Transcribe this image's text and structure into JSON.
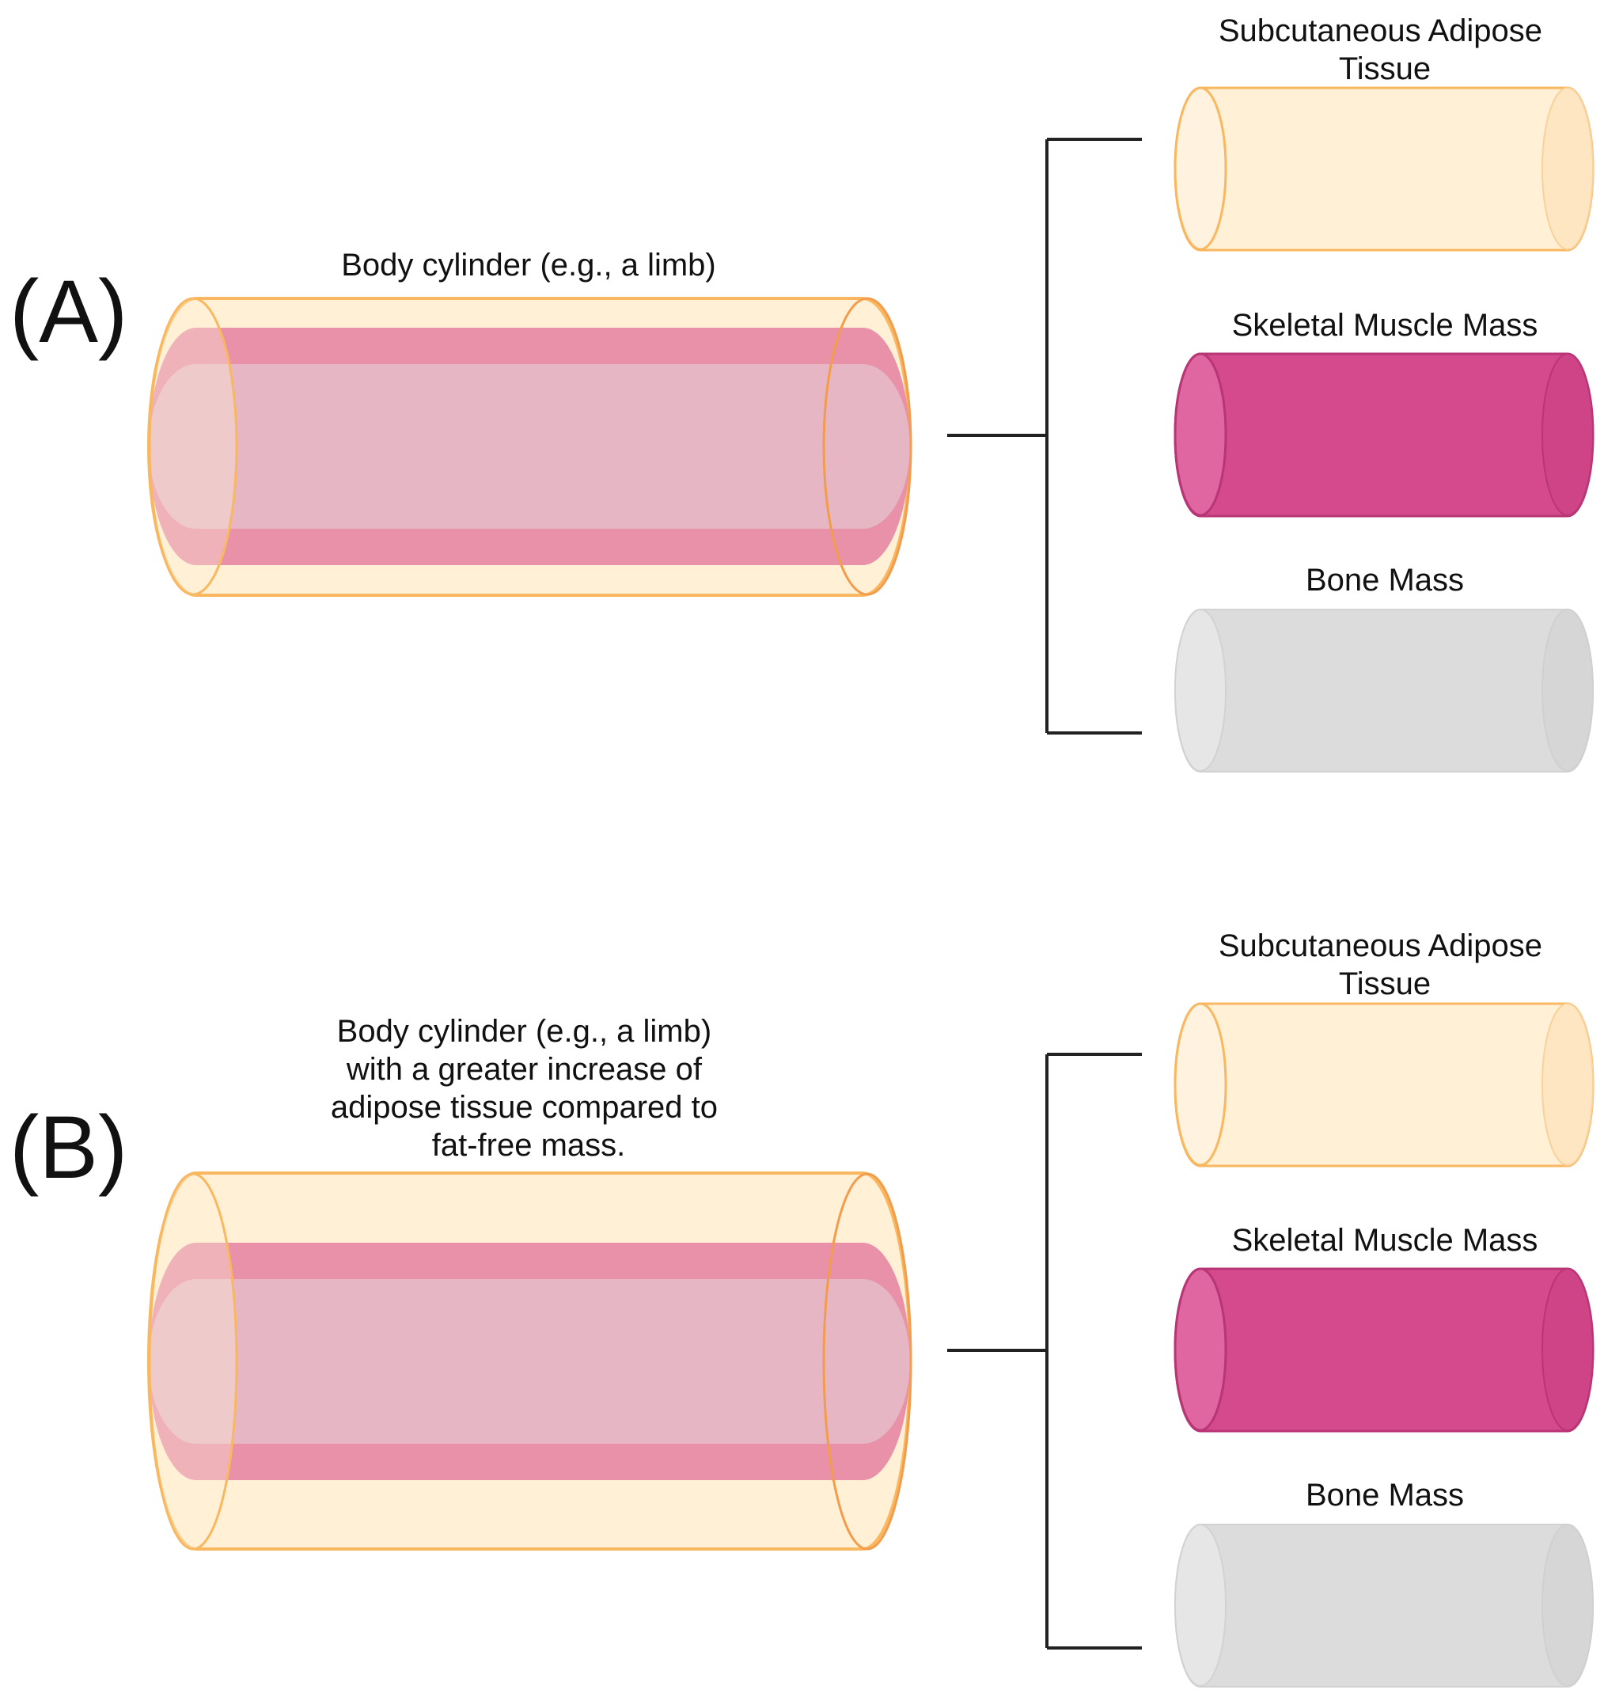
{
  "panels": [
    {
      "letter": "(A)",
      "caption": [
        "Body cylinder (e.g., a limb)"
      ],
      "components": [
        {
          "label": [
            "Subcutaneous Adipose",
            "Tissue"
          ]
        },
        {
          "label": [
            "Skeletal Muscle Mass"
          ]
        },
        {
          "label": [
            "Bone Mass"
          ]
        }
      ]
    },
    {
      "letter": "(B)",
      "caption": [
        "Body cylinder (e.g., a limb)",
        "with a greater increase of",
        "adipose tissue compared to",
        "fat-free mass."
      ],
      "components": [
        {
          "label": [
            "Subcutaneous Adipose",
            "Tissue"
          ]
        },
        {
          "label": [
            "Skeletal Muscle Mass"
          ]
        },
        {
          "label": [
            "Bone Mass"
          ]
        }
      ]
    }
  ],
  "colors": {
    "adipose_fill": "#fff0d6",
    "adipose_end": "#ffe6c2",
    "adipose_stroke": "#f9b860",
    "muscle_fill": "#d44a8c",
    "muscle_left_end": "#e066a2",
    "muscle_right_end": "#cf4487",
    "muscle_stroke": "#b83676",
    "muscle_band": "#e78ba6",
    "inner_core": "#e6b6c4",
    "bone_fill": "#dcdcdc",
    "bone_left_end": "#e6e6e6",
    "bone_right_end": "#d6d6d6",
    "bracket": "#222222"
  }
}
